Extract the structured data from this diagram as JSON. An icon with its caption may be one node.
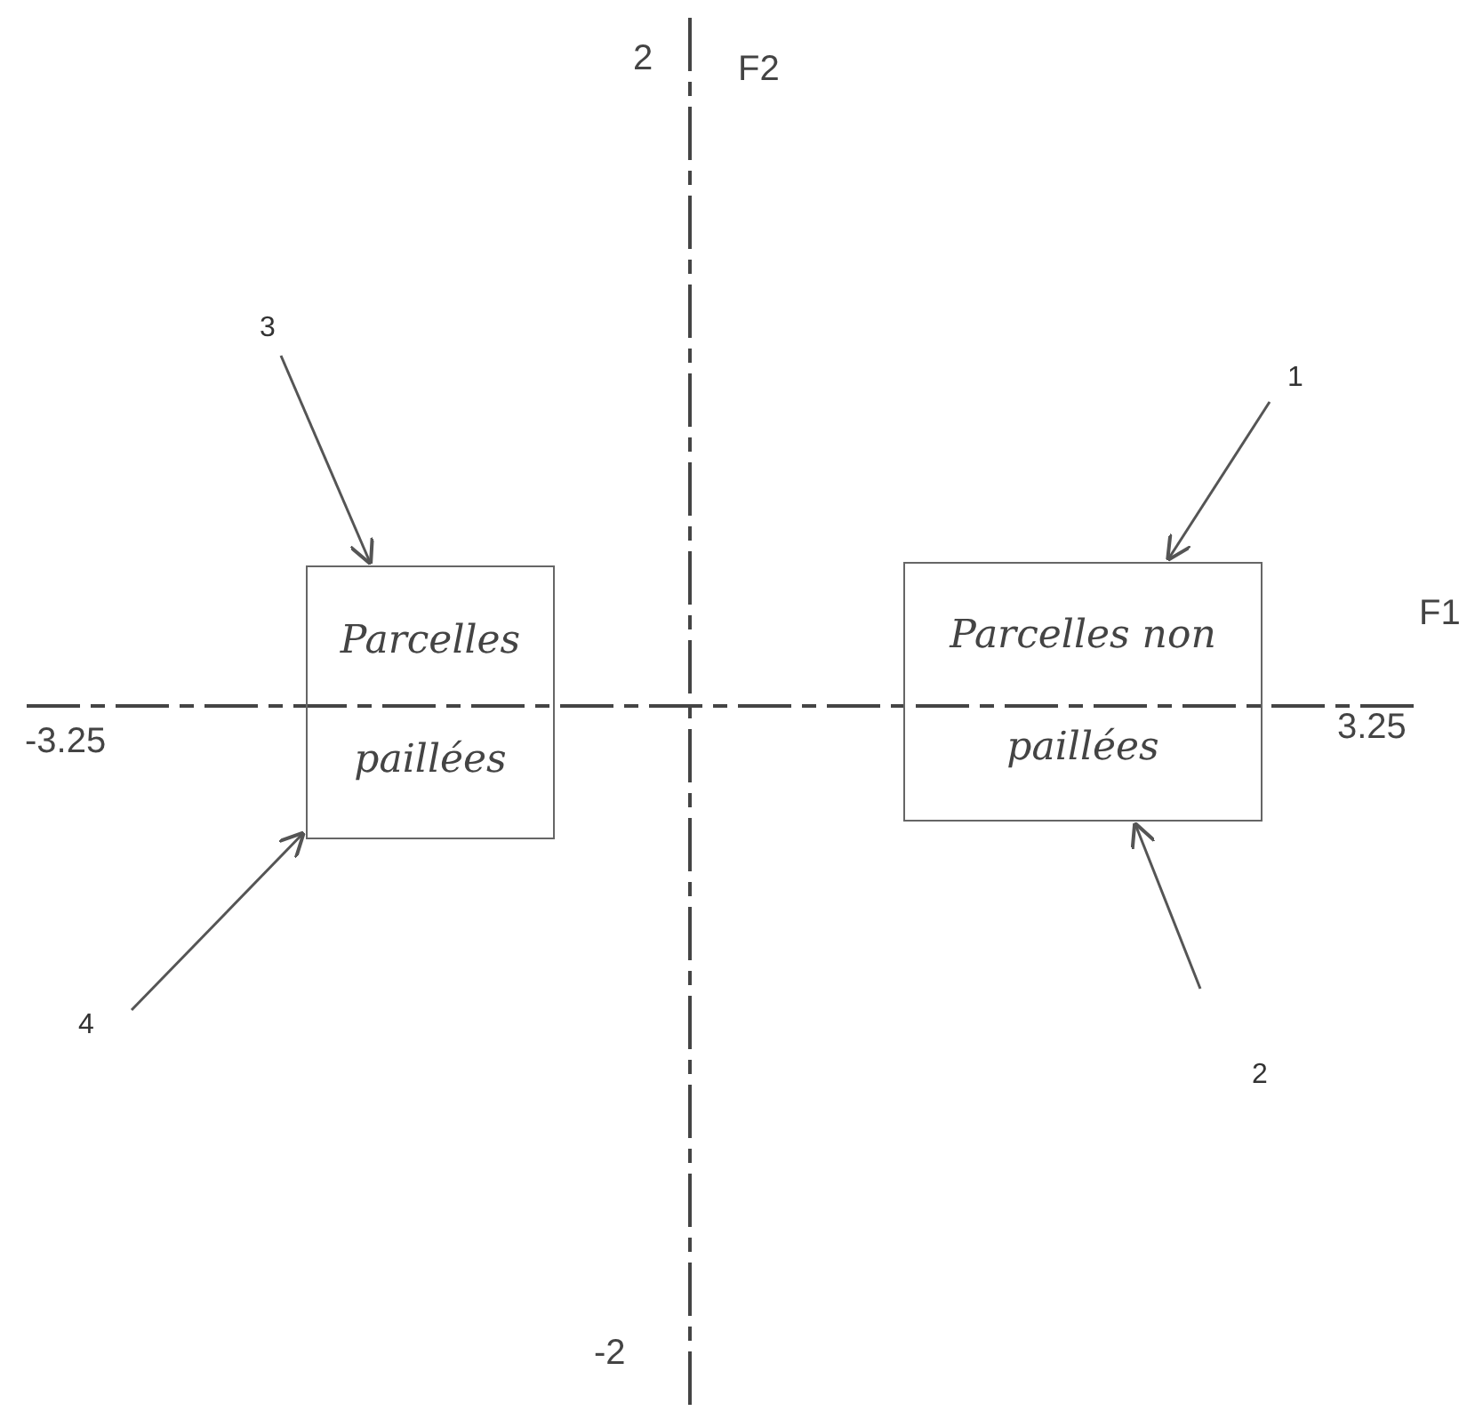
{
  "diagram": {
    "nodes": [
      {
        "text": [
          "3"
        ]
      },
      {
        "text": [
          "1"
        ]
      },
      {
        "text": [
          "Parcelles paillées"
        ]
      },
      {
        "text": [
          "Parcelles non paillées"
        ]
      },
      {
        "text": [
          "4"
        ]
      },
      {
        "text": [
          "2"
        ]
      }
    ],
    "edges": [
      {
        "from": 0,
        "to": 2,
        "arrow": "to"
      },
      {
        "from": 1,
        "to": 3,
        "arrow": "to"
      },
      {
        "from": 4,
        "to": 2,
        "arrow": "to"
      },
      {
        "from": 5,
        "to": 3,
        "arrow": "to"
      }
    ],
    "labels": [
      "2",
      "F2",
      "F1",
      "-3.25",
      "3.25",
      "-2"
    ]
  }
}
